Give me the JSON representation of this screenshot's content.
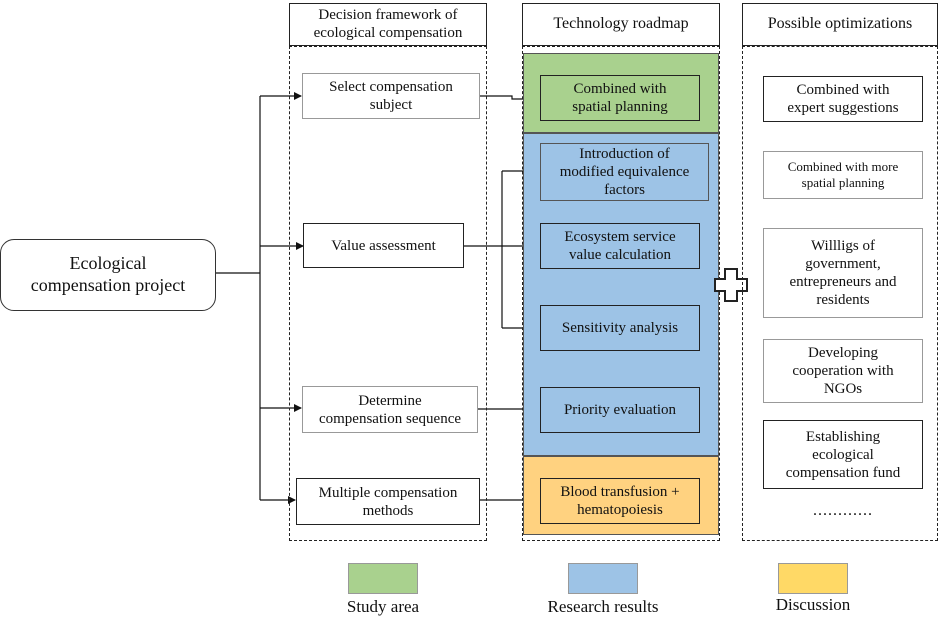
{
  "root": {
    "label": "Ecological\ncompensation project"
  },
  "framework": {
    "header": "Decision framework of\necological compensation",
    "items": [
      "Select compensation\nsubject",
      "Value assessment",
      "Determine\ncompensation sequence",
      "Multiple compensation\nmethods"
    ]
  },
  "roadmap": {
    "header": "Technology roadmap",
    "items": [
      "Combined with\nspatial planning",
      "Introduction of\nmodified equivalence\nfactors",
      "Ecosystem service\nvalue calculation",
      "Sensitivity analysis",
      "Priority evaluation",
      "Blood transfusion +\nhematopoiesis"
    ]
  },
  "optimizations": {
    "header": "Possible optimizations",
    "items": [
      "Combined with\nexpert suggestions",
      "Combined with more\nspatial planning",
      "Willligs of\ngovernment,\nentrepreneurs and\nresidents",
      "Developing\ncooperation with\nNGOs",
      "Establishing\necological\ncompensation fund",
      "............"
    ]
  },
  "legend": [
    {
      "label": "Study area",
      "color": "#a9d18e"
    },
    {
      "label": "Research results",
      "color": "#9dc3e6"
    },
    {
      "label": "Discussion",
      "color": "#ffd966"
    }
  ],
  "colors": {
    "green": "#a9d18e",
    "blue": "#9dc3e6",
    "orange": "#ffd280"
  }
}
